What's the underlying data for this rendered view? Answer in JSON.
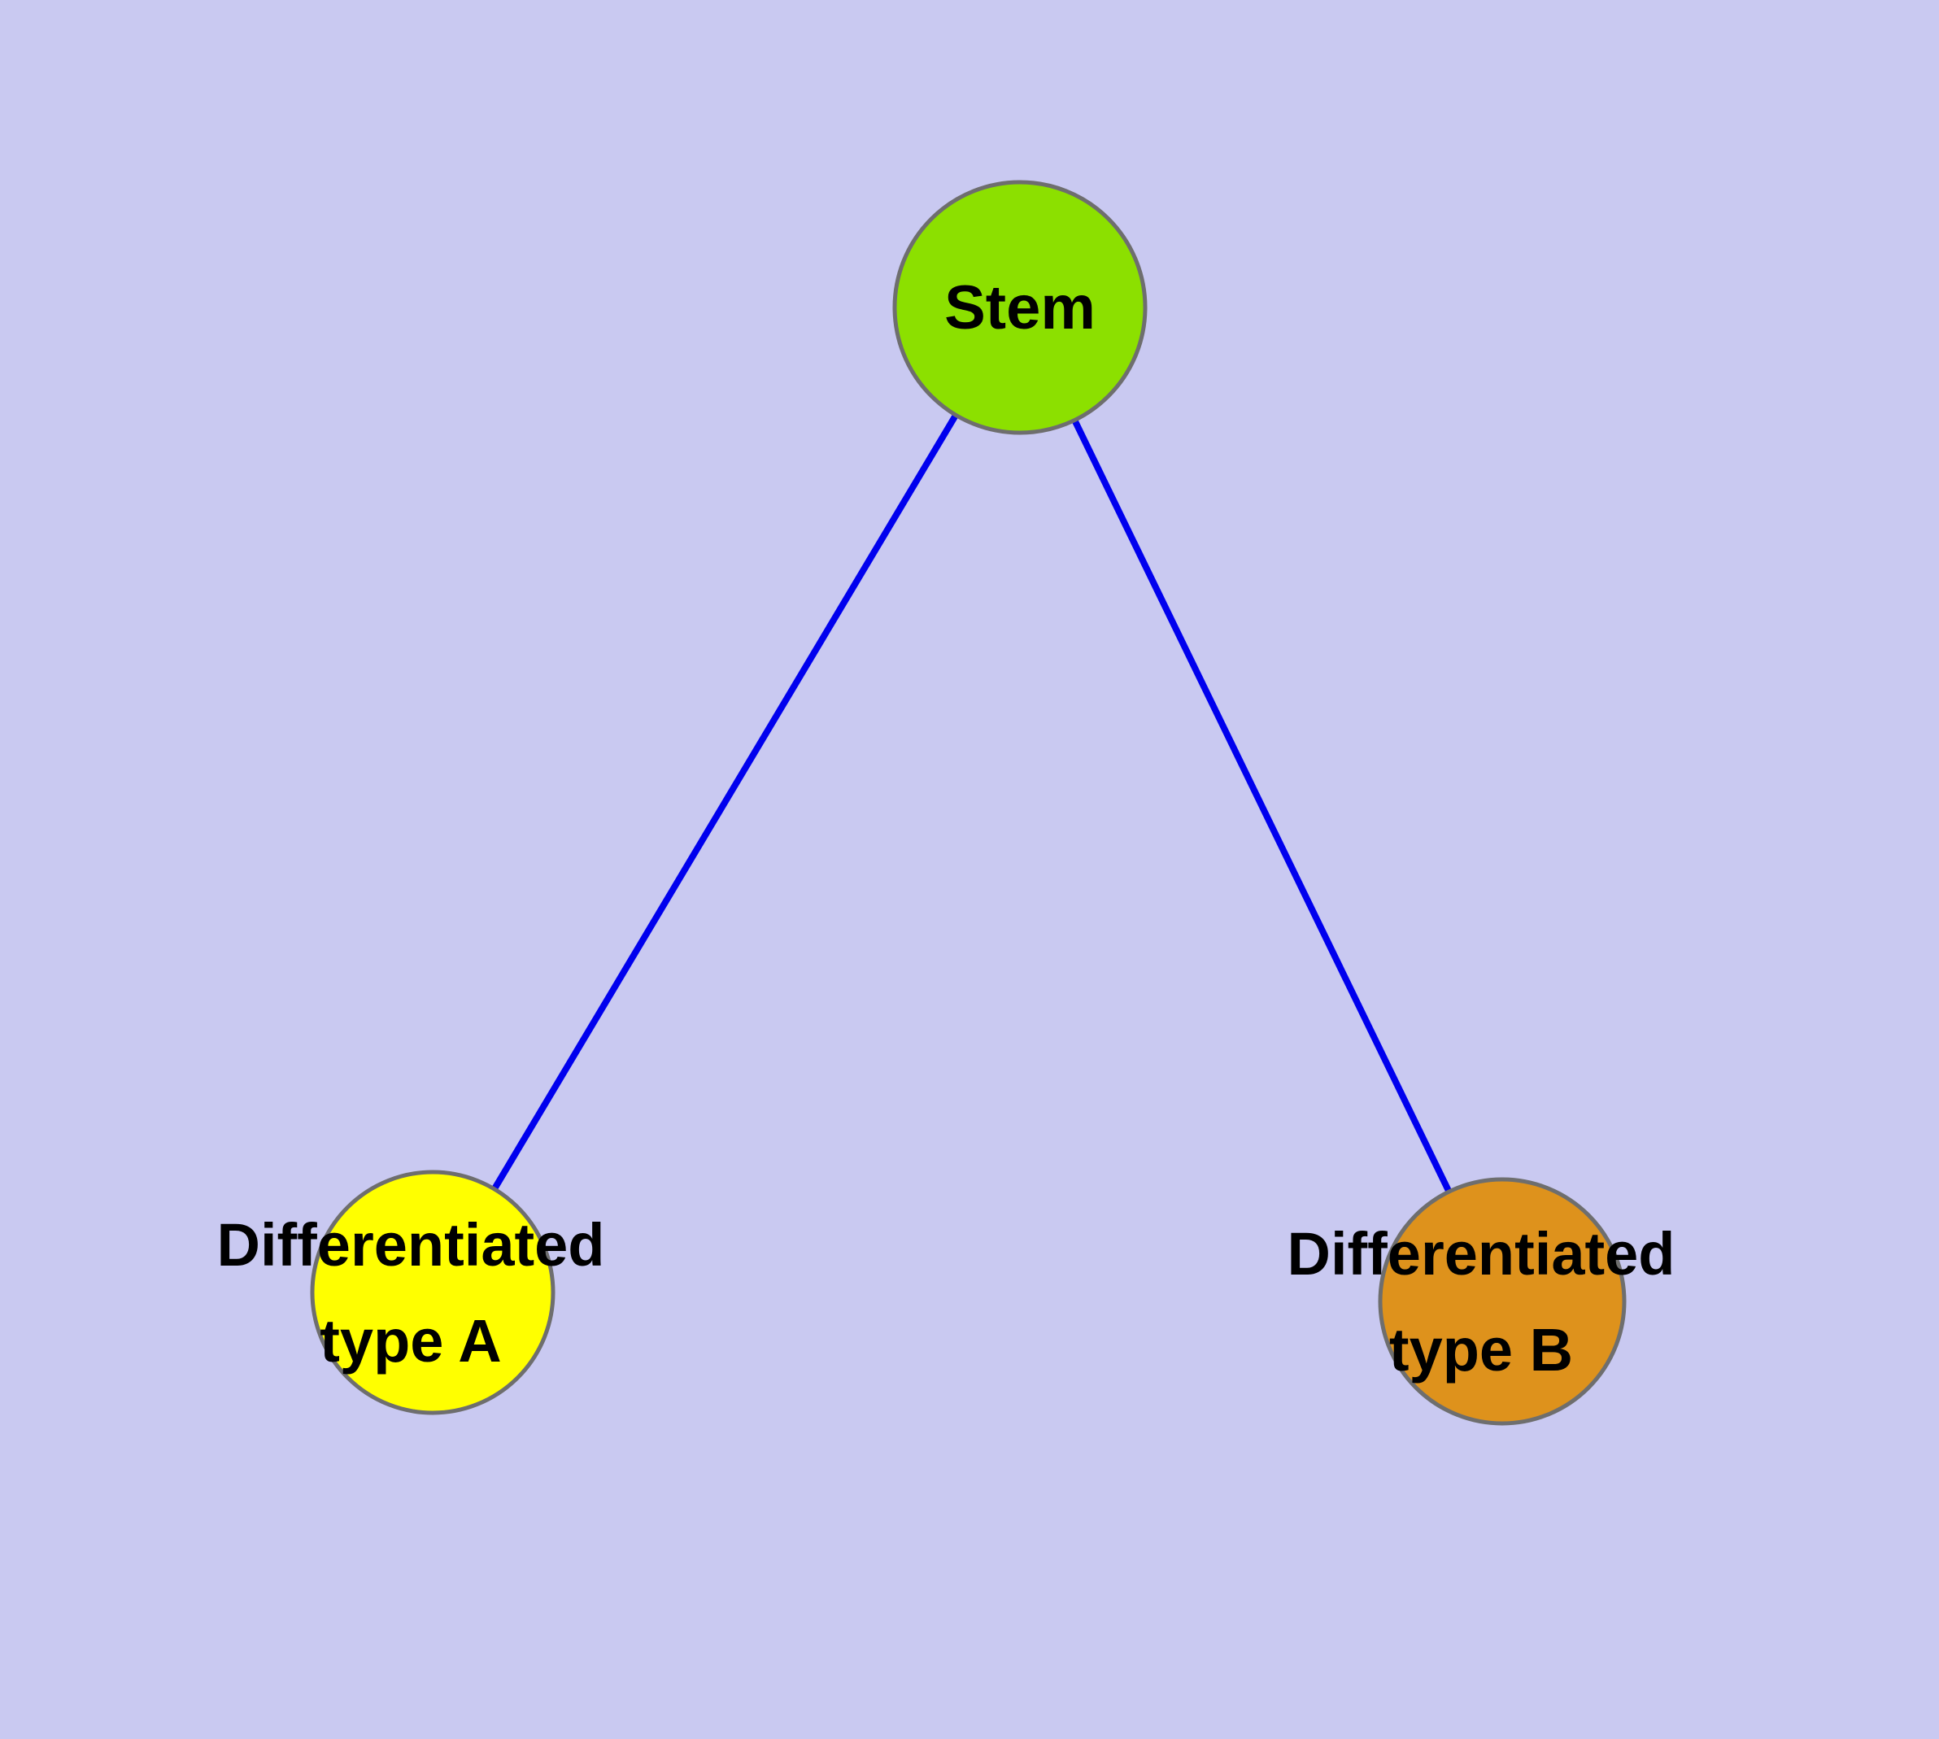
{
  "diagram": {
    "background_color": "#c9c9f1",
    "nodes": {
      "stem": {
        "label": "Stem",
        "fill_color": "#8ce000",
        "border_color": "#6e6e6e"
      },
      "type_a": {
        "label_line1": "Differentiated",
        "label_line2": "type A",
        "fill_color": "#ffff00",
        "border_color": "#6e6e6e"
      },
      "type_b": {
        "label_line1": "Differentiated",
        "label_line2": "type B",
        "fill_color": "#de921c",
        "border_color": "#6e6e6e"
      }
    },
    "edges": {
      "color": "#0000ee",
      "items": [
        {
          "from": "Stem",
          "to": "Differentiated type A"
        },
        {
          "from": "Stem",
          "to": "Differentiated type B"
        }
      ]
    }
  }
}
